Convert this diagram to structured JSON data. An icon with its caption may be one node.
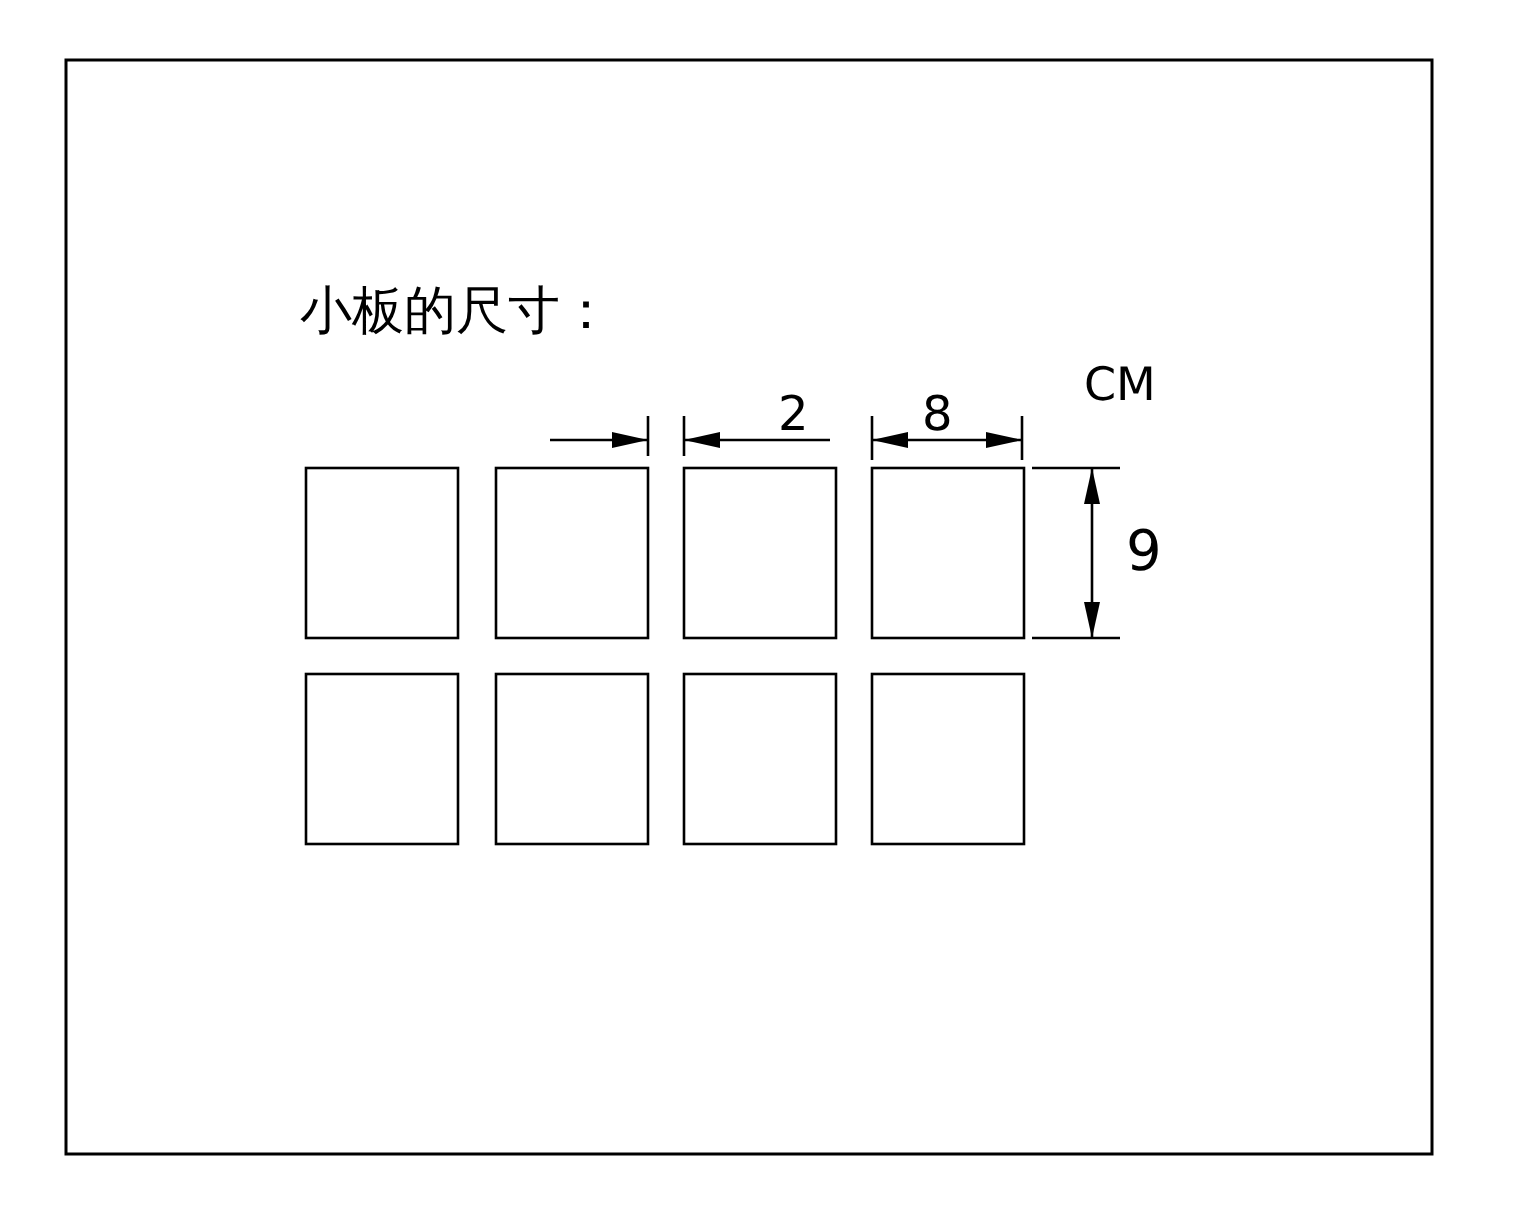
{
  "diagram": {
    "title": "小板的尺寸：",
    "labels": [
      "CM",
      "2",
      "8",
      "9"
    ]
  }
}
